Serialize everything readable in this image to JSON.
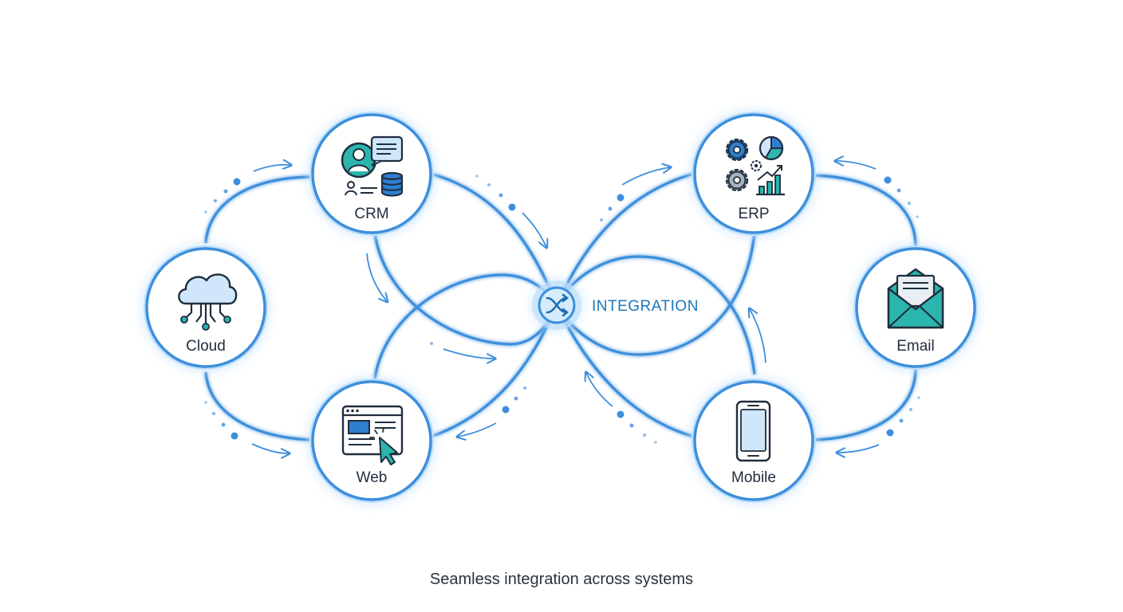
{
  "hub": {
    "label": "INTEGRATION",
    "icon": "shuffle-icon"
  },
  "nodes": {
    "crm": {
      "label": "CRM",
      "icon": "crm-icon"
    },
    "cloud": {
      "label": "Cloud",
      "icon": "cloud-icon"
    },
    "web": {
      "label": "Web",
      "icon": "web-browser-icon"
    },
    "erp": {
      "label": "ERP",
      "icon": "erp-icon"
    },
    "email": {
      "label": "Email",
      "icon": "envelope-icon"
    },
    "mobile": {
      "label": "Mobile",
      "icon": "smartphone-icon"
    }
  },
  "caption": "Seamless integration across systems",
  "colors": {
    "line": "#3d8fdc",
    "glow": "#bfe0fb",
    "teal": "#2bb5ad",
    "accent_blue": "#2f7fcf",
    "light_blue": "#cfe6fb",
    "text": "#1f2d3d",
    "hub_text": "#1c78b8"
  }
}
